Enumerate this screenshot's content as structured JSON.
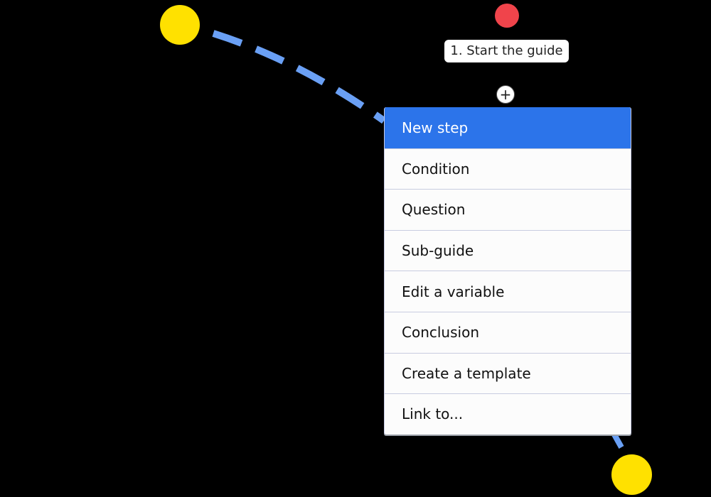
{
  "colors": {
    "background": "#000000",
    "node_yellow": "#ffe100",
    "node_red": "#f0444b",
    "connector_blue": "#6aa0f5",
    "menu_active": "#2c74ea"
  },
  "start_node": {
    "label": "1. Start the guide"
  },
  "add_button": {
    "icon": "plus-icon",
    "glyph": "+"
  },
  "menu": {
    "items": [
      {
        "label": "New step",
        "active": true
      },
      {
        "label": "Condition"
      },
      {
        "label": "Question"
      },
      {
        "label": "Sub-guide"
      },
      {
        "label": "Edit a variable"
      },
      {
        "label": "Conclusion"
      },
      {
        "label": "Create a template"
      },
      {
        "label": "Link to..."
      }
    ]
  }
}
